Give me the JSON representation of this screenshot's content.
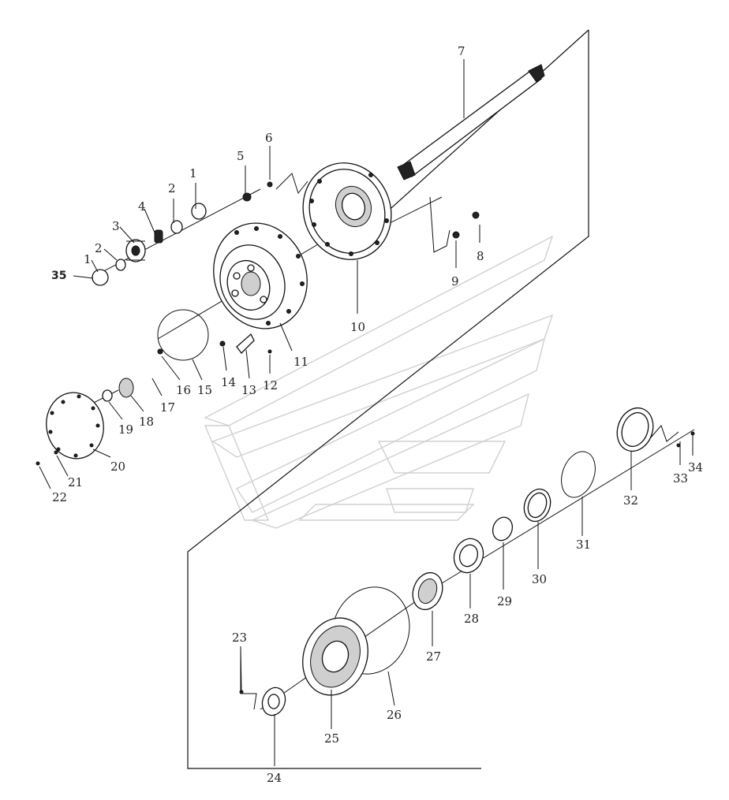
{
  "labels": {
    "p1a": "1",
    "p2a": "2",
    "p4": "4",
    "p3": "3",
    "p1b": "1",
    "p2b": "2",
    "p35": "35",
    "p5": "5",
    "p6": "6",
    "p7": "7",
    "p8": "8",
    "p9": "9",
    "p10": "10",
    "p11": "11",
    "p12": "12",
    "p13": "13",
    "p14": "14",
    "p15": "15",
    "p16": "16",
    "p17": "17",
    "p18": "18",
    "p19": "19",
    "p20": "20",
    "p21": "21",
    "p22": "22",
    "p23": "23",
    "p24": "24",
    "p25": "25",
    "p26": "26",
    "p27": "27",
    "p28": "28",
    "p29": "29",
    "p30": "30",
    "p31": "31",
    "p32": "32",
    "p33": "33",
    "p34": "34"
  },
  "icons": [
    "gear-icon",
    "bearing-icon",
    "seal-ring-icon",
    "bolt-icon",
    "shaft-icon"
  ]
}
